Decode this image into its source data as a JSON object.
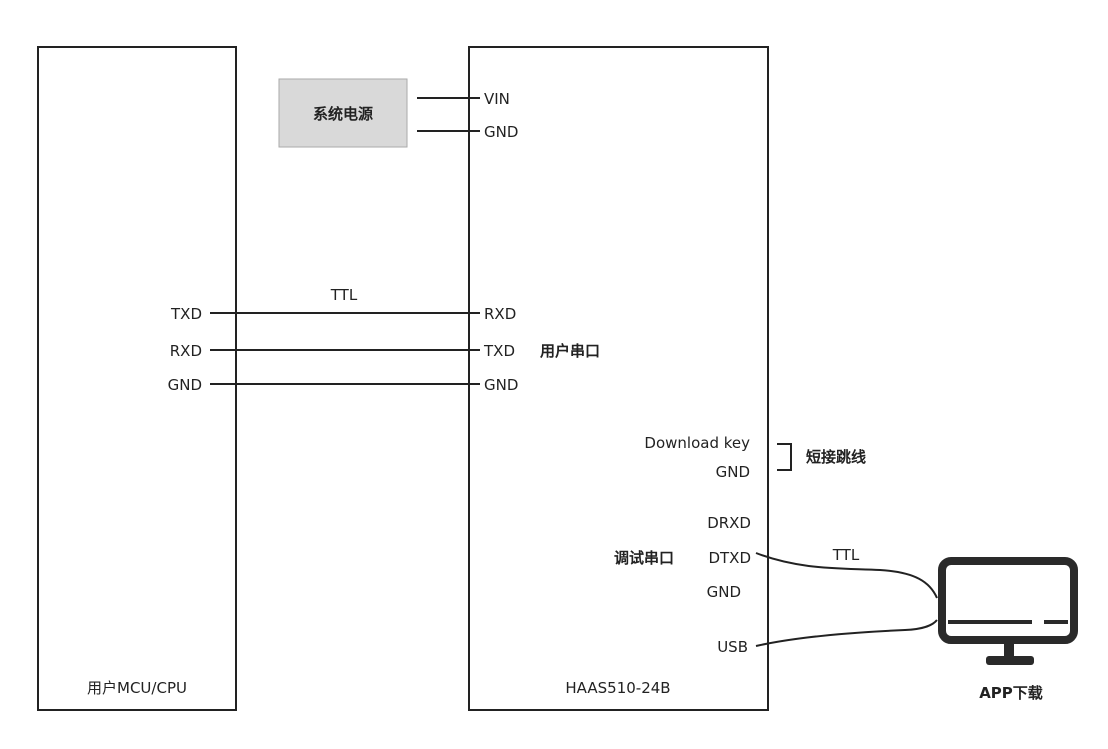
{
  "power_box": {
    "label": "系统电源"
  },
  "mcu_block": {
    "caption": "用户MCU/CPU",
    "pins": [
      "TXD",
      "RXD",
      "GND"
    ]
  },
  "module_block": {
    "caption": "HAAS510-24B",
    "power_pins": [
      "VIN",
      "GND"
    ],
    "user_uart_pins": [
      "RXD",
      "TXD",
      "GND"
    ],
    "user_uart_label": "用户串口",
    "download_pins": [
      "Download key",
      "GND"
    ],
    "jumper_label": "短接跳线",
    "debug_pins": [
      "DRXD",
      "DTXD",
      "GND"
    ],
    "debug_uart_label": "调试串口",
    "usb_pin": "USB"
  },
  "links": {
    "uart_link_label": "TTL",
    "debug_link_label": "TTL"
  },
  "computer": {
    "icon": "monitor-icon",
    "label": "APP下载"
  },
  "colors": {
    "line": "#222222",
    "power_box_fill": "#d9d9d9",
    "power_box_border": "#aaaaaa"
  }
}
